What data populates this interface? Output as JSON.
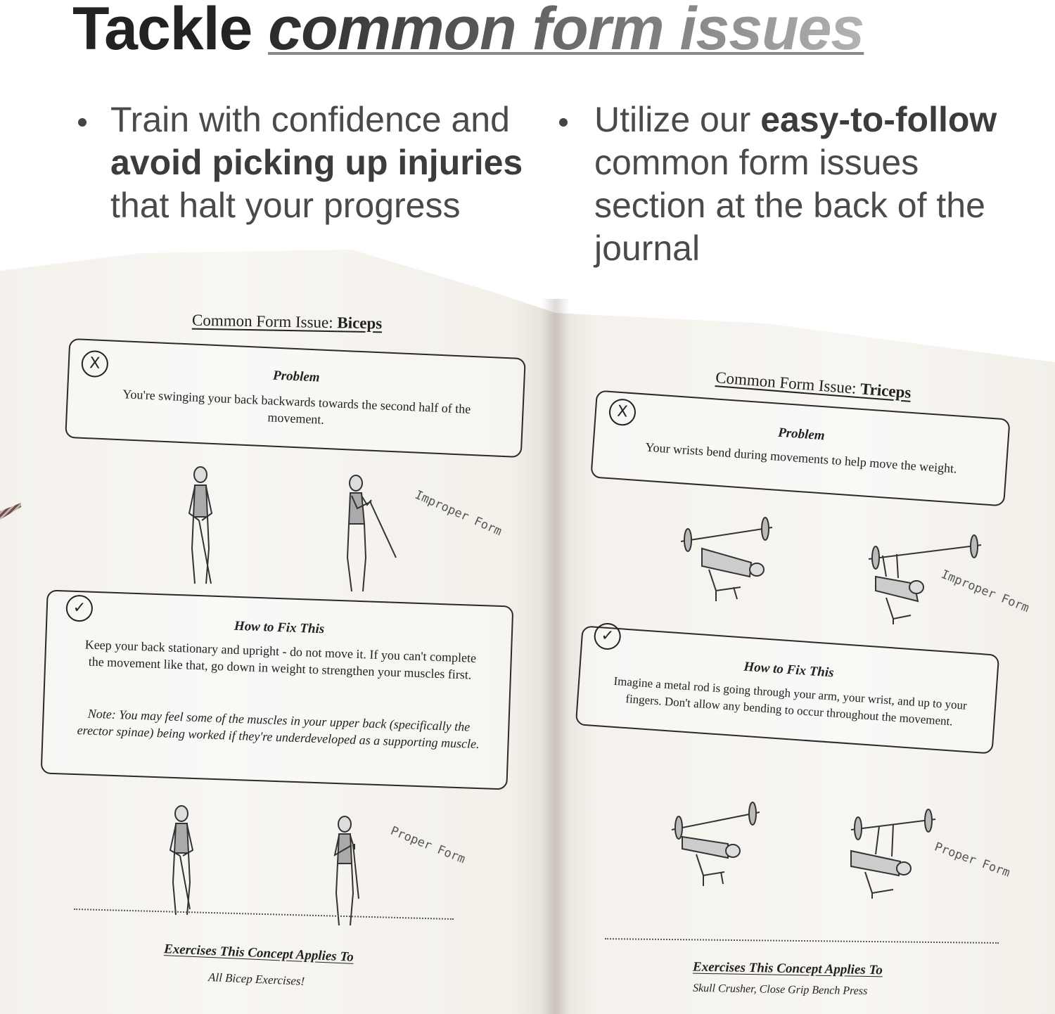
{
  "headline": {
    "plain": "Tackle ",
    "accent": "common form issues"
  },
  "bullets": {
    "left": {
      "pre": "Train with confidence and ",
      "bold": "avoid picking up injuries",
      "post": " that halt your progress"
    },
    "right": {
      "pre": "Utilize our ",
      "bold": "easy-to-follow",
      "post": " common form issues section at the back of the journal"
    }
  },
  "left_page": {
    "title_prefix": "Common Form Issue: ",
    "title_subject": "Biceps",
    "problem": {
      "mark": "X",
      "heading": "Problem",
      "text": "You're swinging your back backwards towards the second half of the movement."
    },
    "improper_label": "Improper Form",
    "fix": {
      "mark": "✓",
      "heading": "How to Fix This",
      "text": "Keep your back stationary and upright - do not move it. If you can't complete the movement like that, go down in weight to strengthen your muscles first.",
      "note": "Note: You may feel some of the muscles in your upper back (specifically the erector spinae) being worked if they're underdeveloped as a supporting muscle."
    },
    "proper_label": "Proper Form",
    "exercises_heading": "Exercises This Concept Applies To",
    "exercises": "All Bicep Exercises!"
  },
  "right_page": {
    "title_prefix": "Common Form Issue: ",
    "title_subject": "Triceps",
    "problem": {
      "mark": "X",
      "heading": "Problem",
      "text": "Your wrists bend during movements to help move the weight."
    },
    "improper_label": "Improper Form",
    "fix": {
      "mark": "✓",
      "heading": "How to Fix This",
      "text": "Imagine a metal rod is going through your arm, your wrist, and up to your fingers. Don't allow any bending to occur throughout the movement."
    },
    "proper_label": "Proper Form",
    "exercises_heading": "Exercises This Concept Applies To",
    "exercises": "Skull Crusher, Close Grip Bench Press"
  }
}
